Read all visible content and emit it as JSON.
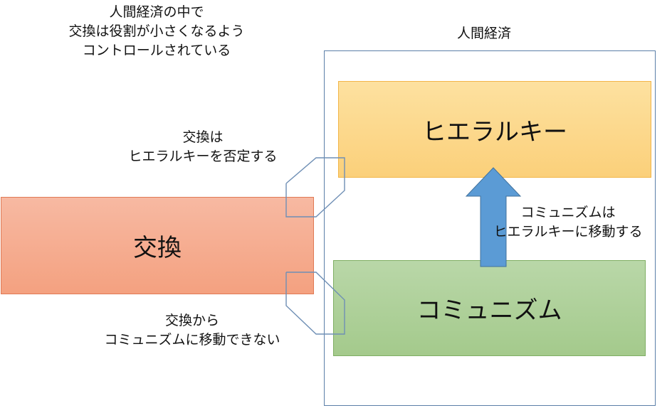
{
  "top_caption": [
    "人間経済の中で",
    "交換は役割が小さくなるよう",
    "コントロールされている"
  ],
  "frame_label": "人間経済",
  "boxes": {
    "hierarchy": "ヒエラルキー",
    "exchange": "交換",
    "communism": "コミュニズム"
  },
  "captions": {
    "deny": [
      "交換は",
      "ヒエラルキーを否定する"
    ],
    "cannot_move": [
      "交換から",
      "コミュニズムに移動できない"
    ],
    "move": [
      "コミュニズムは",
      "ヒエラルキーに移動する"
    ]
  },
  "colors": {
    "exchange_fill": "#f4a180",
    "hierarchy_fill": "#fbd07a",
    "communism_fill": "#a4ca8c",
    "arrow_fill": "#5b9bd5",
    "frame_border": "#5b7fa8"
  }
}
